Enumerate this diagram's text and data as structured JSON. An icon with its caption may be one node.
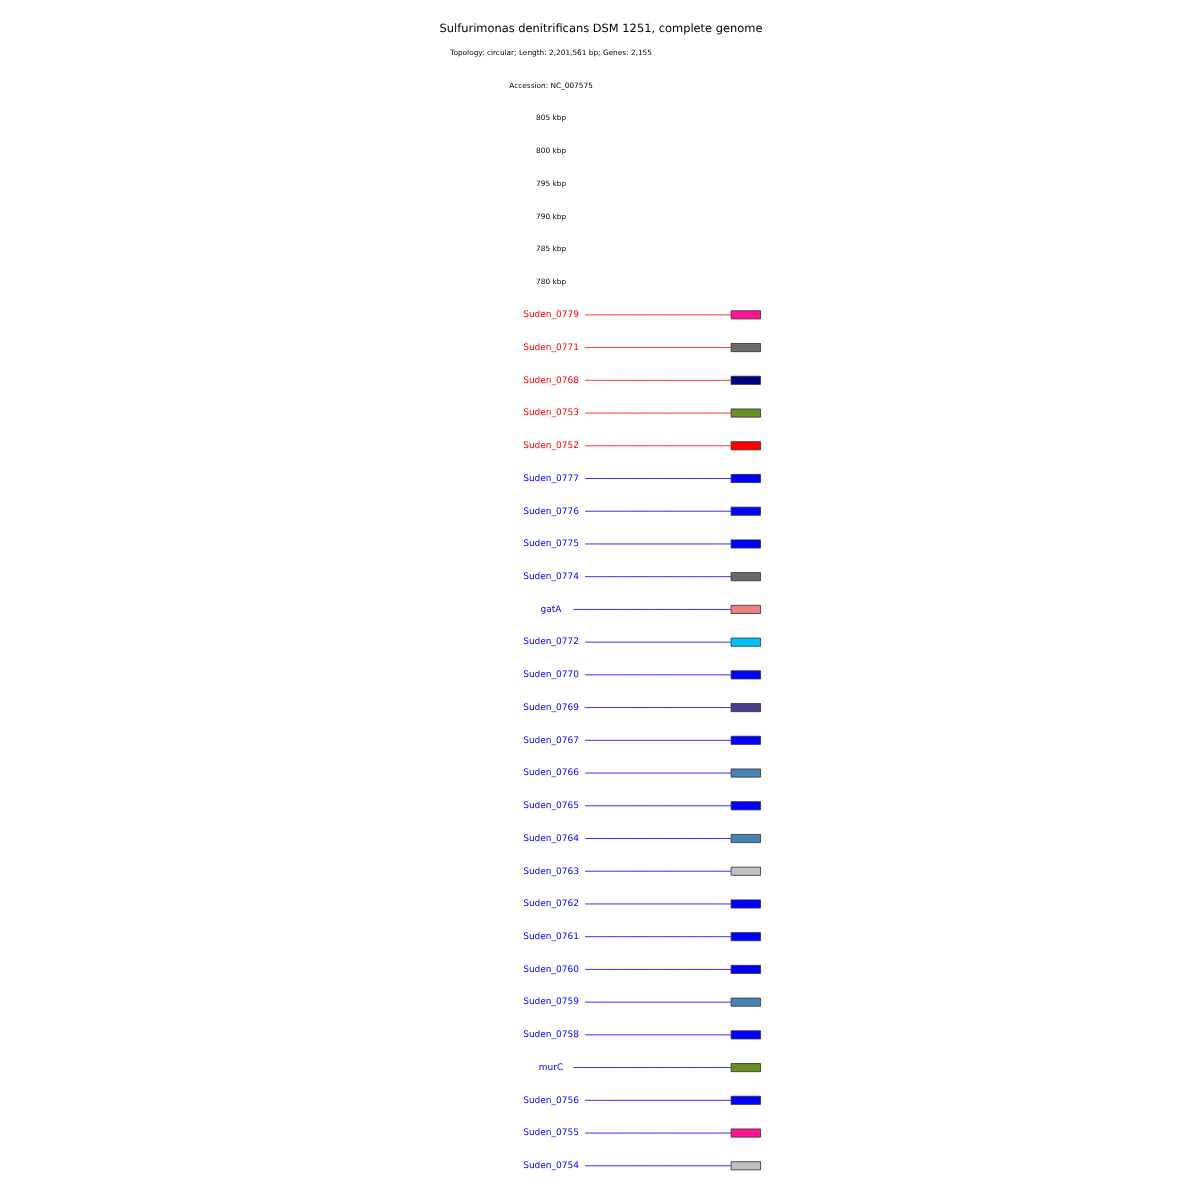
{
  "diagram": {
    "title": "Sulfurimonas denitrificans DSM 1251, complete genome",
    "nodes": [
      {
        "text": [
          "Suden_0754"
        ]
      },
      {
        "text": [
          "Suden_0755"
        ]
      },
      {
        "text": [
          "Suden_0756"
        ]
      },
      {
        "text": [
          "murC"
        ]
      },
      {
        "text": [
          "Suden_0758"
        ]
      },
      {
        "text": [
          "Suden_0759"
        ]
      },
      {
        "text": [
          "Suden_0760"
        ]
      },
      {
        "text": [
          "Suden_0761"
        ]
      },
      {
        "text": [
          "Suden_0762"
        ]
      },
      {
        "text": [
          "Suden_0763"
        ]
      },
      {
        "text": [
          "Suden_0764"
        ]
      },
      {
        "text": [
          "Suden_0765"
        ]
      },
      {
        "text": [
          "Suden_0766"
        ]
      },
      {
        "text": [
          "Suden_0767"
        ]
      },
      {
        "text": [
          "Suden_0769"
        ]
      },
      {
        "text": [
          "Suden_0770"
        ]
      },
      {
        "text": [
          "Suden_0772"
        ]
      },
      {
        "text": [
          "gatA"
        ]
      },
      {
        "text": [
          "Suden_0774"
        ]
      },
      {
        "text": [
          "Suden_0775"
        ]
      },
      {
        "text": [
          "Suden_0776"
        ]
      },
      {
        "text": [
          "Suden_0777"
        ]
      },
      {
        "text": [
          "Suden_0752"
        ]
      },
      {
        "text": [
          "Suden_0753"
        ]
      },
      {
        "text": [
          "Suden_0768"
        ]
      },
      {
        "text": [
          "Suden_0771"
        ]
      },
      {
        "text": [
          "Suden_0779"
        ]
      },
      {
        "text": [],
        "shape": "box"
      },
      {
        "text": [],
        "shape": "box"
      },
      {
        "text": [],
        "shape": "box"
      },
      {
        "text": [],
        "shape": "box"
      },
      {
        "text": [],
        "shape": "box"
      },
      {
        "text": [],
        "shape": "box"
      },
      {
        "text": [],
        "shape": "box"
      },
      {
        "text": [],
        "shape": "box"
      },
      {
        "text": [],
        "shape": "box"
      },
      {
        "text": [],
        "shape": "box"
      },
      {
        "text": [],
        "shape": "box"
      },
      {
        "text": [],
        "shape": "box"
      },
      {
        "text": [],
        "shape": "box"
      },
      {
        "text": [],
        "shape": "box"
      },
      {
        "text": [],
        "shape": "box"
      },
      {
        "text": [],
        "shape": "box"
      },
      {
        "text": [],
        "shape": "box"
      },
      {
        "text": [],
        "shape": "box"
      },
      {
        "text": [],
        "shape": "box"
      },
      {
        "text": [],
        "shape": "box"
      },
      {
        "text": [],
        "shape": "box"
      },
      {
        "text": [],
        "shape": "box"
      },
      {
        "text": [],
        "shape": "box"
      },
      {
        "text": [],
        "shape": "box"
      },
      {
        "text": [],
        "shape": "box"
      },
      {
        "text": [],
        "shape": "box"
      },
      {
        "text": [],
        "shape": "box"
      }
    ],
    "edges": [
      {
        "from": 0,
        "to": 27,
        "arrow": "none"
      },
      {
        "from": 1,
        "to": 28,
        "arrow": "none"
      },
      {
        "from": 2,
        "to": 29,
        "arrow": "none"
      },
      {
        "from": 3,
        "to": 30,
        "arrow": "none"
      },
      {
        "from": 4,
        "to": 31,
        "arrow": "none"
      },
      {
        "from": 5,
        "to": 32,
        "arrow": "none"
      },
      {
        "from": 6,
        "to": 33,
        "arrow": "none"
      },
      {
        "from": 7,
        "to": 34,
        "arrow": "none"
      },
      {
        "from": 8,
        "to": 35,
        "arrow": "none"
      },
      {
        "from": 9,
        "to": 36,
        "arrow": "none"
      },
      {
        "from": 10,
        "to": 37,
        "arrow": "none"
      },
      {
        "from": 11,
        "to": 38,
        "arrow": "none"
      },
      {
        "from": 12,
        "to": 39,
        "arrow": "none"
      },
      {
        "from": 13,
        "to": 40,
        "arrow": "none"
      },
      {
        "from": 14,
        "to": 41,
        "arrow": "none"
      },
      {
        "from": 15,
        "to": 42,
        "arrow": "none"
      },
      {
        "from": 16,
        "to": 43,
        "arrow": "none"
      },
      {
        "from": 17,
        "to": 44,
        "arrow": "none"
      },
      {
        "from": 18,
        "to": 45,
        "arrow": "none"
      },
      {
        "from": 19,
        "to": 46,
        "arrow": "none"
      },
      {
        "from": 20,
        "to": 47,
        "arrow": "none"
      },
      {
        "from": 21,
        "to": 48,
        "arrow": "none"
      },
      {
        "from": 22,
        "to": 49,
        "arrow": "none",
        "color": "#ff0000"
      },
      {
        "from": 23,
        "to": 50,
        "arrow": "none",
        "color": "#ff0000"
      },
      {
        "from": 24,
        "to": 51,
        "arrow": "none",
        "color": "#ff0000"
      },
      {
        "from": 25,
        "to": 52,
        "arrow": "none",
        "color": "#ff0000"
      },
      {
        "from": 26,
        "to": 53,
        "arrow": "none",
        "color": "#ff0000"
      }
    ],
    "labels": [
      "780 kbp",
      "785 kbp",
      "790 kbp",
      "795 kbp",
      "800 kbp",
      "805 kbp",
      "Accession: NC_007575",
      "Topology: circular; Length: 2,201,561 bp; Genes: 2,155"
    ]
  }
}
